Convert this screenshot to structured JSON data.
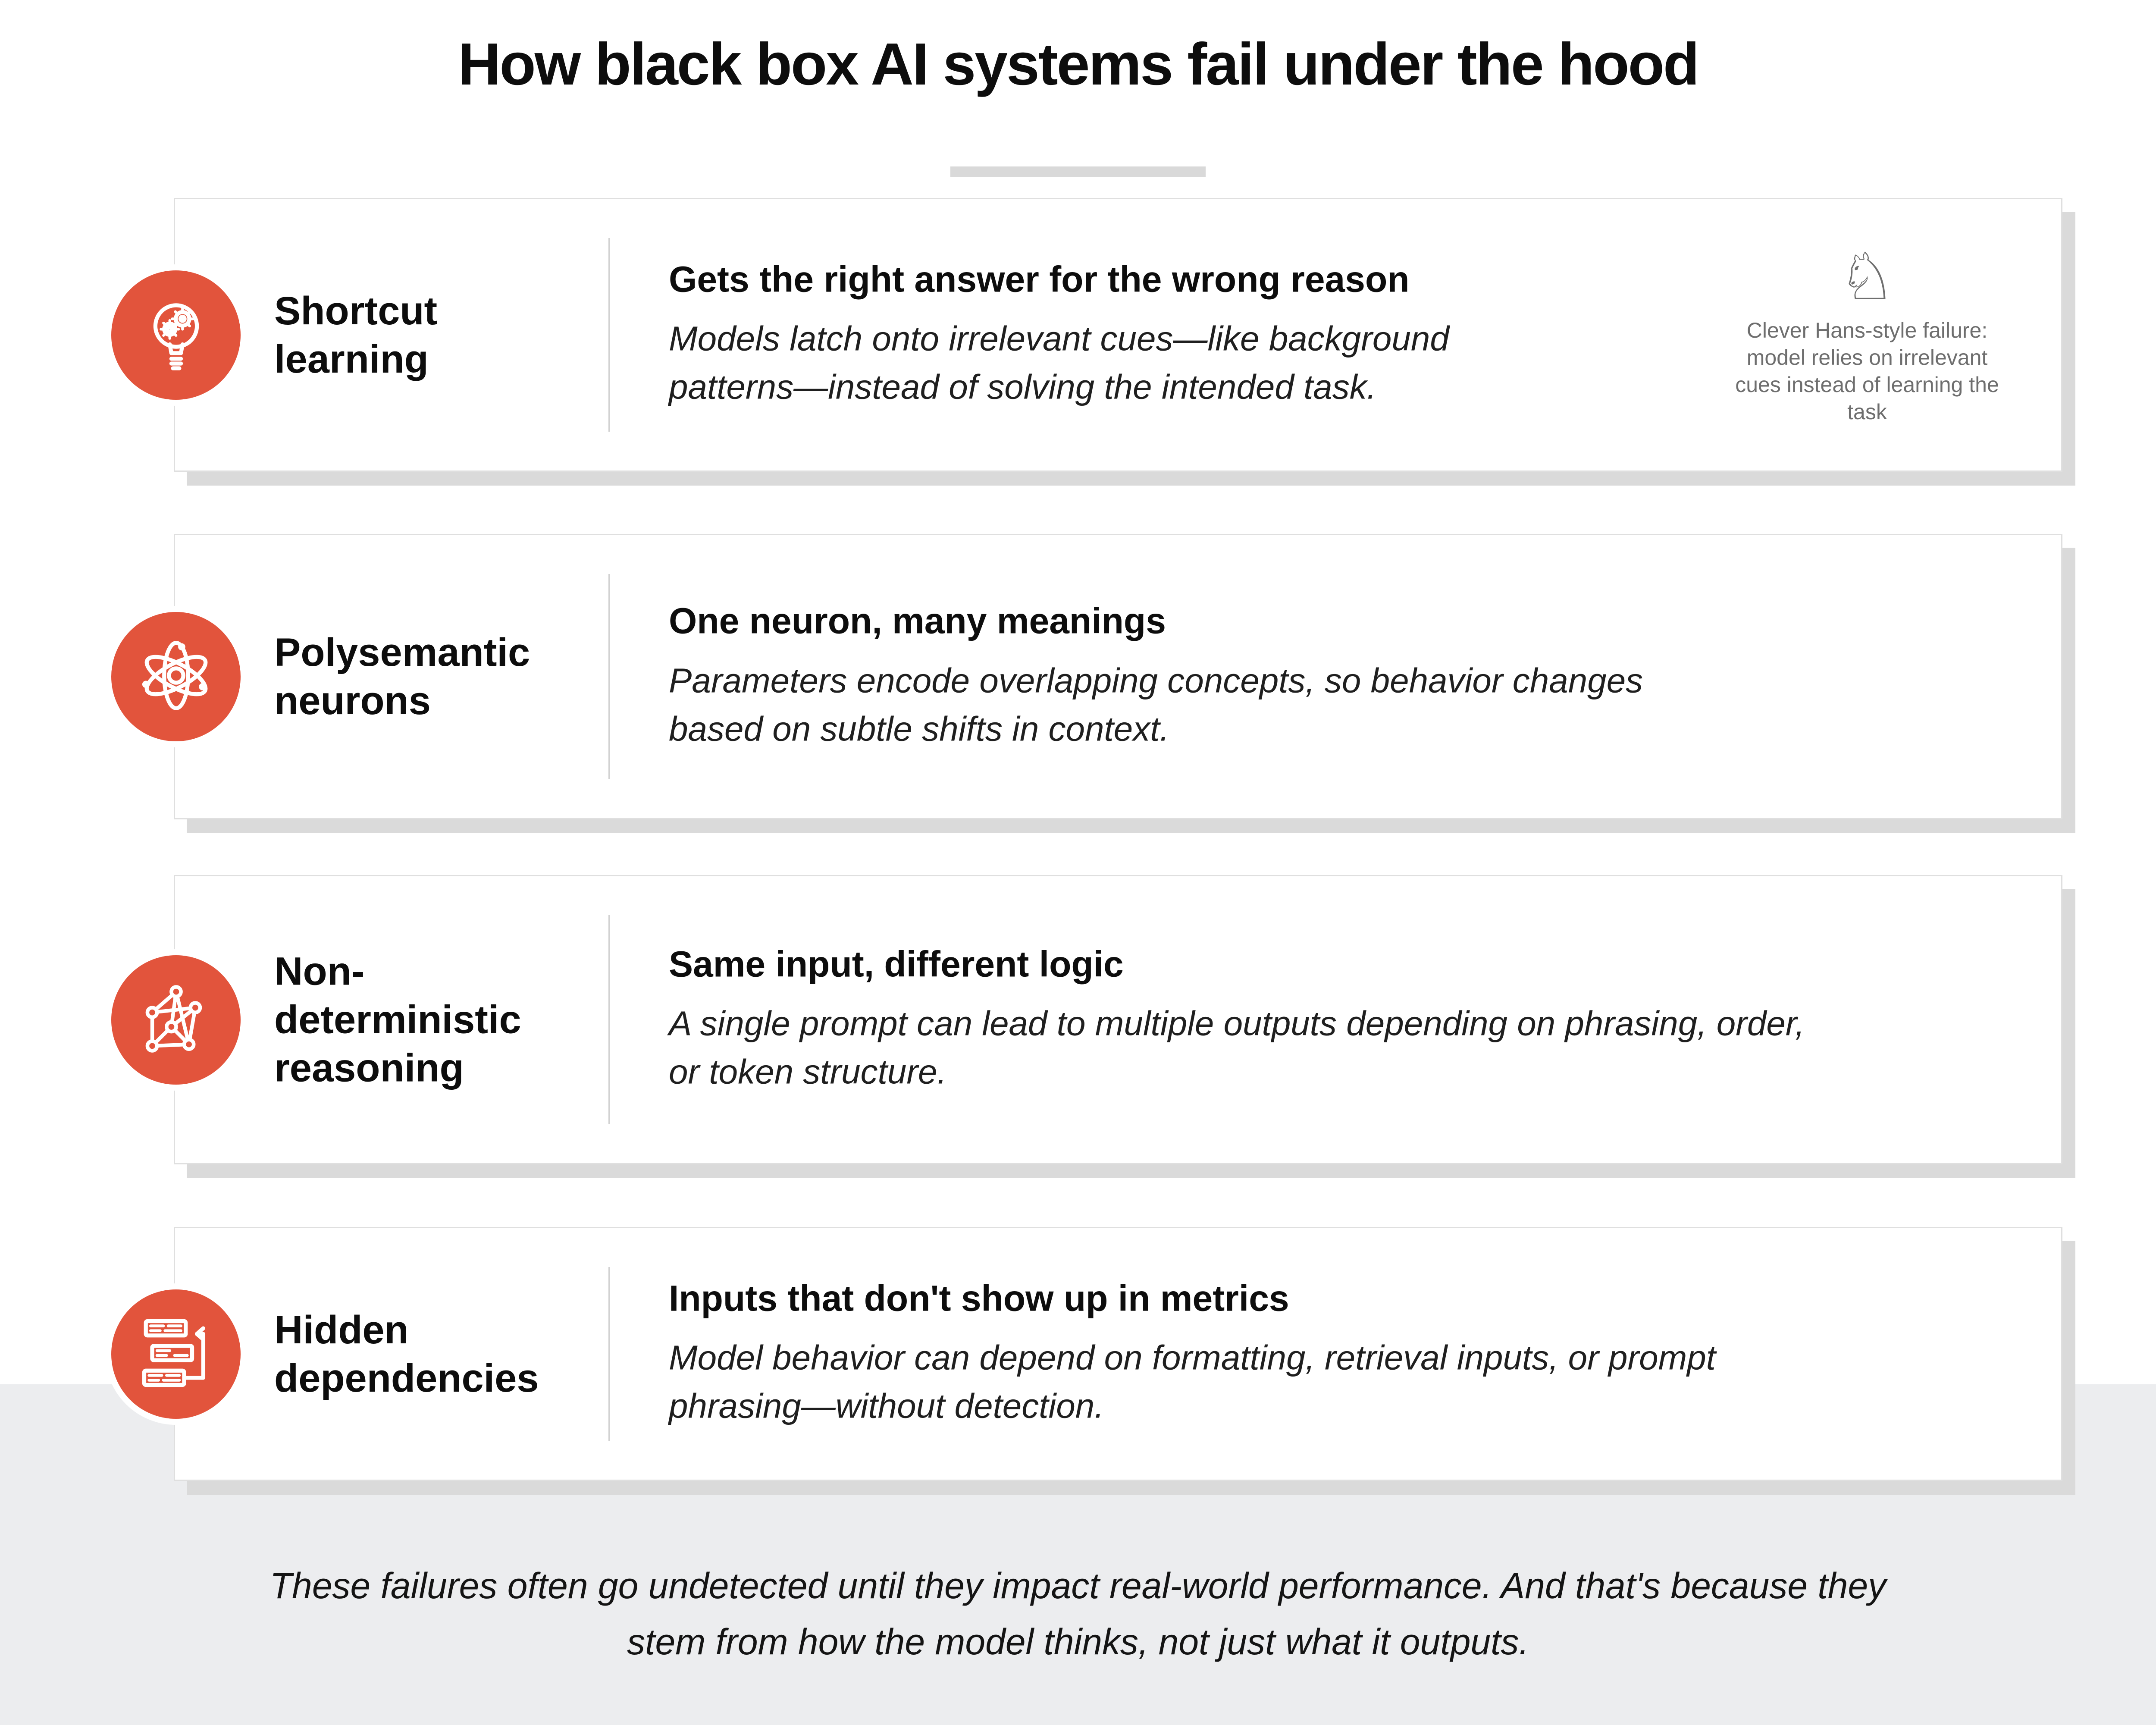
{
  "page": {
    "title": "How black box AI systems fail under the hood",
    "footer_line1": "These failures often go undetected until they impact real-world performance. And that's because they",
    "footer_line2": "stem from how the model thinks, not just what it outputs."
  },
  "colors": {
    "accent_orange": "#E2543C",
    "band_gray": "#ECEDEF",
    "shadow_gray": "#DADADA",
    "divider_gray": "#D2D2D2",
    "note_gray": "#6E6E6E"
  },
  "rows": [
    {
      "icon": "lightbulb-gears-icon",
      "label": "Shortcut learning",
      "heading": "Gets the right answer for the wrong reason",
      "body": "Models latch onto irrelevant cues—like background patterns—instead of solving the intended task.",
      "note_icon": "chess-knight-icon",
      "note_glyph": "♘",
      "note_text": "Clever Hans-style failure: model relies on irrelevant cues instead of learning the task"
    },
    {
      "icon": "atom-icon",
      "label": "Polysemantic neurons",
      "heading": "One neuron, many meanings",
      "body": "Parameters encode overlapping concepts, so behavior changes based on subtle shifts in context."
    },
    {
      "icon": "network-graph-icon",
      "label": "Non-deterministic reasoning",
      "heading": "Same input, different logic",
      "body": "A single prompt can lead to multiple outputs depending on phrasing, order, or token structure."
    },
    {
      "icon": "stacked-documents-loop-icon",
      "label": "Hidden dependencies",
      "heading": "Inputs that don't show up in metrics",
      "body": "Model behavior can depend on formatting, retrieval inputs, or prompt phrasing—without detection."
    }
  ]
}
